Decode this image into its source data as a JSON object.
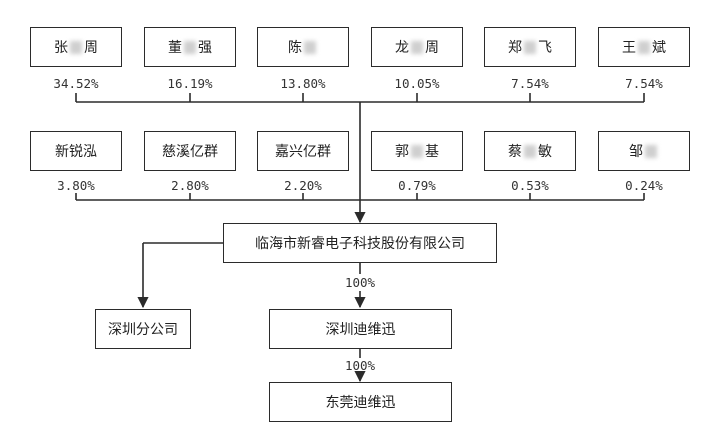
{
  "shareholders_row1": [
    {
      "name_a": "张",
      "name_b": "周",
      "pct": "34.52%"
    },
    {
      "name_a": "董",
      "name_b": "强",
      "pct": "16.19%"
    },
    {
      "name_a": "陈",
      "name_b": "",
      "pct": "13.80%"
    },
    {
      "name_a": "龙",
      "name_b": "周",
      "pct": "10.05%"
    },
    {
      "name_a": "郑",
      "name_b": "飞",
      "pct": "7.54%"
    },
    {
      "name_a": "王",
      "name_b": "斌",
      "pct": "7.54%"
    }
  ],
  "shareholders_row2": [
    {
      "name_a": "新锐泓",
      "name_b": "",
      "pct": "3.80%"
    },
    {
      "name_a": "慈溪亿群",
      "name_b": "",
      "pct": "2.80%"
    },
    {
      "name_a": "嘉兴亿群",
      "name_b": "",
      "pct": "2.20%"
    },
    {
      "name_a": "郭",
      "name_b": "基",
      "pct": "0.79%"
    },
    {
      "name_a": "蔡",
      "name_b": "敏",
      "pct": "0.53%"
    },
    {
      "name_a": "邹",
      "name_b": "",
      "pct": "0.24%"
    }
  ],
  "company": "临海市新睿电子科技股份有限公司",
  "branch": "深圳分公司",
  "subsidiary": "深圳迪维迅",
  "subsidiary_pct": "100%",
  "sub_subsidiary": "东莞迪维迅",
  "sub_subsidiary_pct": "100%"
}
